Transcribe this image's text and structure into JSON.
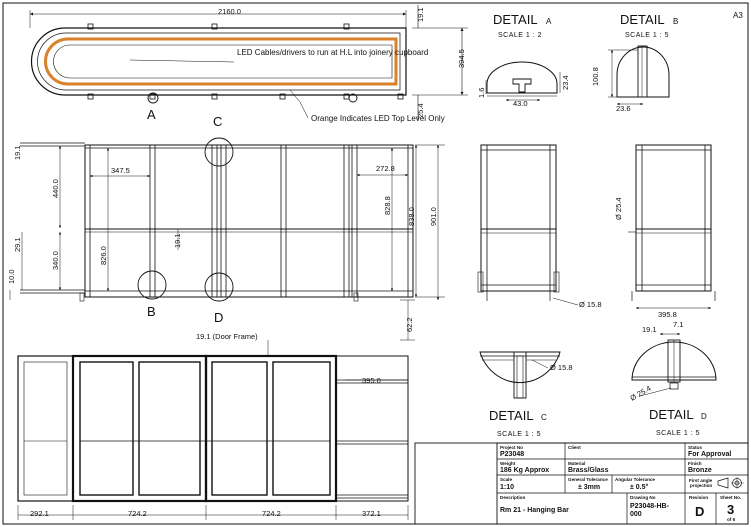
{
  "sheet": {
    "size_label": "A3"
  },
  "plan": {
    "overall": "2160.0",
    "depth": "394.5",
    "d_19": "19.1",
    "d_25": "25.4",
    "note_led": "LED Cables/drivers to run at H.L into joinery cupboard",
    "note_orange": "Orange Indicates LED Top Level Only",
    "callout_a": "A",
    "callout_b": "B",
    "callout_c": "C",
    "callout_d": "D"
  },
  "elevation": {
    "d_19a": "19.1",
    "d_440": "440.0",
    "d_291": "29.1",
    "d_340": "340.0",
    "d_100": "10.0",
    "d_347": "347.5",
    "d_826": "826.0",
    "d_191b": "19.1",
    "d_272": "272.8",
    "d_828": "828.8",
    "d_838": "838.0",
    "d_901": "901.0",
    "d_622": "62.2"
  },
  "side": {
    "d_158": "Ø 15.8"
  },
  "side2": {
    "d_254": "Ø 25.4",
    "d_395": "395.8"
  },
  "front": {
    "door_frame": "19.1 (Door Frame)",
    "d_395": "395.0",
    "d_292": "292.1",
    "d_724a": "724.2",
    "d_724b": "724.2",
    "d_372": "372.1"
  },
  "details": {
    "a": {
      "word": "DETAIL",
      "letter": "A",
      "scale": "SCALE 1 : 2",
      "d1": "1.6",
      "d2": "43.0",
      "d3": "23.4"
    },
    "b": {
      "word": "DETAIL",
      "letter": "B",
      "scale": "SCALE 1 : 5",
      "d1": "100.8",
      "d2": "23.6"
    },
    "c": {
      "word": "DETAIL",
      "letter": "C",
      "scale": "SCALE 1 : 5",
      "d1": "Ø 15.8"
    },
    "d": {
      "word": "DETAIL",
      "letter": "D",
      "scale": "SCALE 1 : 5",
      "d1": "19.1",
      "d2": "7.1",
      "d3": "Ø 25.4"
    }
  },
  "title_block": {
    "project_no_label": "Project No",
    "project_no": "P23048",
    "client_label": "Client",
    "client": "",
    "status_label": "Status",
    "status": "For Approval",
    "weight_label": "Weight",
    "weight": "186 Kg Approx",
    "material_label": "Material",
    "material": "Brass/Glass",
    "finish_label": "Finish",
    "finish": "Bronze",
    "scale_label": "Scale",
    "scale": "1:10",
    "gen_tol_label": "General Tolerance",
    "gen_tol": "± 3mm",
    "ang_tol_label": "Angular Tolerance",
    "ang_tol": "± 0.5°",
    "projection_label_1": "First angle",
    "projection_label_2": "projection",
    "description_label": "Description",
    "description": "Rm 21 - Hanging Bar",
    "drawing_no_label": "Drawing No",
    "drawing_no_1": "P23048-HB-",
    "drawing_no_2": "000",
    "revision_label": "Revision",
    "revision": "D",
    "sheet_no_label": "Sheet No.",
    "sheet_no": "3",
    "sheet_of": "of 6"
  },
  "colors": {
    "led": "#d9822b",
    "line": "#111111",
    "glass": "#fafafa"
  }
}
